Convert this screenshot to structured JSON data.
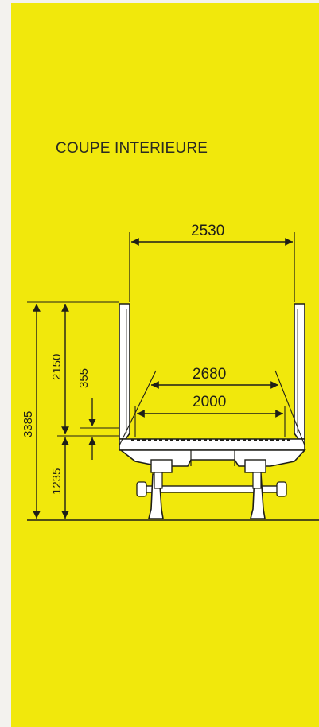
{
  "title": "COUPE INTERIEURE",
  "colors": {
    "panel": "#f1e80c",
    "ink": "#1e1e18",
    "structure_fill": "#ffffff"
  },
  "dimensions": {
    "top_width": "2530",
    "inner_width_upper": "2680",
    "inner_width_lower": "2000",
    "total_height": "3385",
    "body_height": "2150",
    "floor_offset": "355",
    "chassis_height": "1235"
  }
}
